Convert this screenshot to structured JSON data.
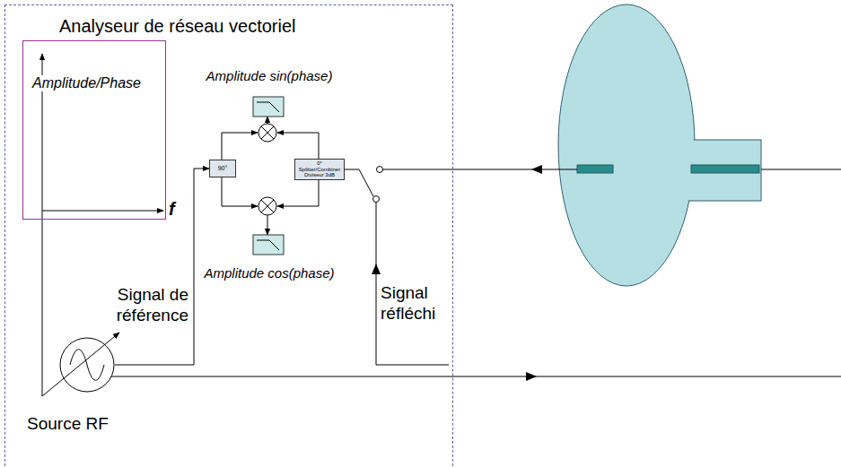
{
  "diagram": {
    "nodes": [
      {
        "text": [
          "Analyseur de réseau vectoriel"
        ]
      },
      {
        "text": [
          "Amplitude/Phase"
        ],
        "in": 0
      },
      {
        "text": [
          "90°"
        ],
        "in": 0
      },
      {
        "text": [
          "0° Splitter/Combiner Diviseur 3dB"
        ],
        "in": 0
      },
      {
        "text": [
          "Source RF"
        ],
        "in": 0
      }
    ],
    "edges": [
      {
        "from": 4,
        "to": 2,
        "arrow": "to"
      }
    ],
    "labels": [
      "Amplitude sin(phase)",
      "Amplitude cos(phase)",
      "Signal de référence",
      "Signal réfléchi",
      "f"
    ]
  }
}
